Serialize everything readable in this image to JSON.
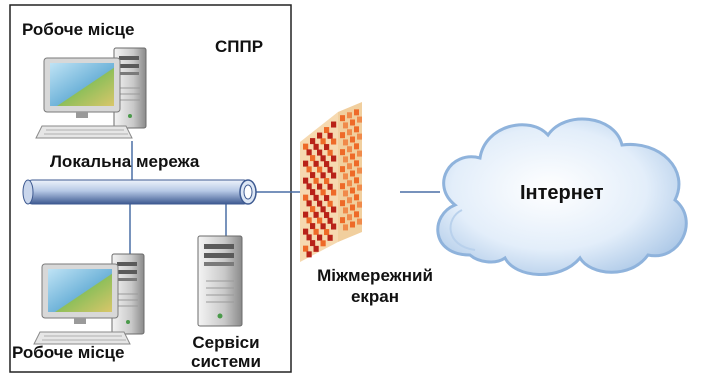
{
  "labels": {
    "workstation_top": "Робоче місце",
    "system_name": "СППР",
    "lan": "Локальна мережа",
    "internet": "Інтернет",
    "firewall_line1": "Міжмережний",
    "firewall_line2": "екран",
    "workstation_bottom": "Робоче місце",
    "services_line1": "Сервіси",
    "services_line2": "системи"
  },
  "icons": [
    "workstation-icon",
    "server-tower-icon",
    "firewall-brick-wall-icon",
    "internet-cloud-icon",
    "lan-bus-cable-icon"
  ],
  "colors": {
    "border": "#222222",
    "bus": "#b7c9e6",
    "bus_dark": "#3e5a91",
    "link": "#4a6fa5",
    "wall_mortar": "#f6d9b0",
    "wall_brick_dark": "#b82218",
    "wall_brick_light": "#ee6a28",
    "cloud": "#dbe9f8",
    "cloud_edge": "#8fb3dc"
  }
}
